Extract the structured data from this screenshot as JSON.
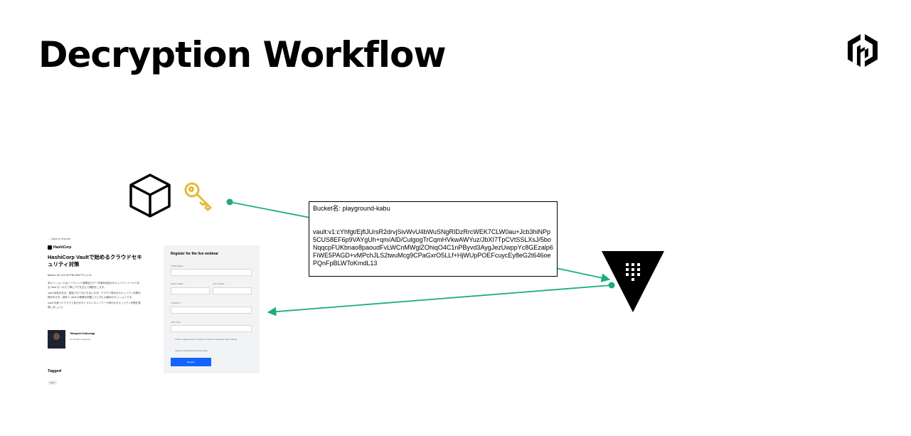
{
  "title": "Decryption Workflow",
  "icons": {
    "logo": "hashicorp-logo",
    "cube": "cube-icon",
    "key": "key-icon",
    "vault": "vault-icon"
  },
  "colors": {
    "arrow": "#1cae77",
    "key": "#e8b73a",
    "form_button": "#1563ff"
  },
  "cipher_box": {
    "bucket": "Bucket名: playground-kabu",
    "token": "vault:v1:cYhfgt/EjflJUrsR2drvjSivWvU4bWuSNgRIDzRrcWEK7CLW0au+Jcb3hiNPp5CUS8EF6p9VAYgUh+qm/AlD/CulgogTrCqmHVkwAWYuz/JbXI7TpCVtSSLXsJ/5boNqqcpFUKbnao8paoudFvLWCnMWglZOhiqO4C1nPByvd3AygJezUwppYc8GEzalp6FiWE5PAGD+vMPchJLS2twuMcg9CPaGxrO5LLf+HjWUpPOEFcuycEy8eG2t646oePQnFpBLWToKmdL13"
  },
  "webpage": {
    "back": "←  Back to Events",
    "brand": "HashiCorp",
    "heading": "HashiCorp Vaultで始めるクラウドセキュリティ対策",
    "date": "March 18 | 01:30 PM GMT+9 | 1 hr",
    "desc": [
      "本セッションではシークレット管理及びデータ暗号化用のセキュリティツールである Vault をーから丁寧にデモを交えて解説をします。",
      "Vault 自体がある・認証されてなどもなにかが、クラウド時代のセキュリティ対策を検討中の方、認めて Vault の概要を把握したい方にお勧めのセッションです。",
      "Vault を使ってクラウド及びゼロトラストネットワーク時代のセキュリティ対策を実現しましょう。"
    ],
    "speaker_name": "Takayuki Kaburagi",
    "speaker_role": "Sr. Solutions Engineer",
    "tagged": "Tagged",
    "tag": "Vault",
    "form": {
      "title": "Register for the live webinar",
      "work_email": "WORK EMAIL *",
      "first_name": "FIRST NAME *",
      "last_name": "LAST NAME *",
      "company": "COMPANY *",
      "job_title": "JOB TITLE",
      "consent": "I'd like a sales person to contact me about an Enterprise trial or pricing.",
      "privacy": "I agree to HashiCorp's Privacy Policy",
      "register": "Register"
    }
  }
}
